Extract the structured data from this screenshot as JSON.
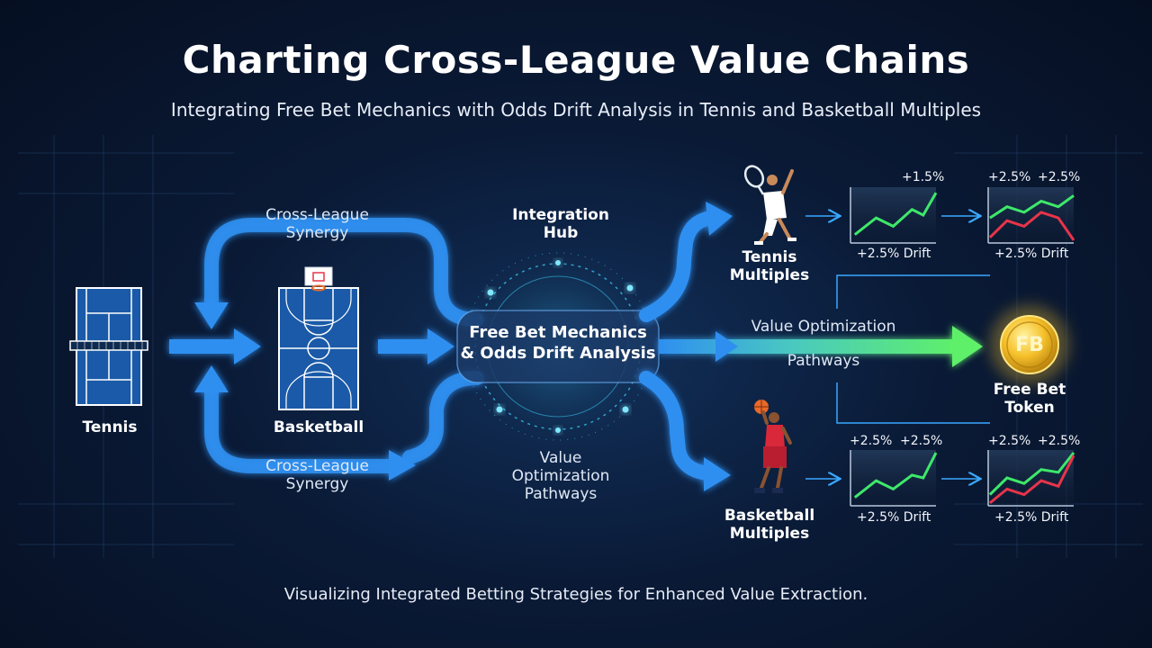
{
  "header": {
    "title": "Charting Cross-League Value Chains",
    "subtitle": "Integrating Free Bet Mechanics with Odds Drift Analysis in Tennis and Basketball Multiples"
  },
  "nodes": {
    "tennis": "Tennis",
    "basketball": "Basketball",
    "integration_hub": [
      "Integration",
      "Hub"
    ],
    "hub_center": [
      "Free Bet Mechanics",
      "& Odds Drift Analysis"
    ],
    "tennis_multiples": [
      "Tennis",
      "Multiples"
    ],
    "basketball_multiples": [
      "Basketball",
      "Multiples"
    ],
    "free_bet_token": [
      "Free Bet",
      "Token"
    ],
    "token_glyph": "FB"
  },
  "connectors": {
    "synergy_top": [
      "Cross-League",
      "Synergy"
    ],
    "synergy_bottom": [
      "Cross-League",
      "Synergy"
    ],
    "value_pathways_center": [
      "Value",
      "Optimization",
      "Pathways"
    ],
    "value_pathways_main": [
      "Value Optimization",
      "Pathways"
    ]
  },
  "drift_charts": {
    "tennis_1": {
      "badges": [
        "+1.5%"
      ],
      "caption": "+2.5% Drift"
    },
    "tennis_2": {
      "badges": [
        "+2.5%",
        "+2.5%"
      ],
      "caption": "+2.5% Drift"
    },
    "basketball_1": {
      "badges": [
        "+2.5%",
        "+2.5%"
      ],
      "caption": "+2.5% Drift"
    },
    "basketball_2": {
      "badges": [
        "+2.5%",
        "+2.5%"
      ],
      "caption": "+2.5% Drift"
    }
  },
  "footer": "Visualizing Integrated Betting Strategies for Enhanced Value Extraction.",
  "colors": {
    "flow_blue": "#2e8ff0",
    "flow_green": "#52e06a",
    "drift_green": "#3ee86a",
    "drift_red": "#e8344a",
    "token_gold": "#f5c02a",
    "court_blue": "#1a5aa8"
  }
}
